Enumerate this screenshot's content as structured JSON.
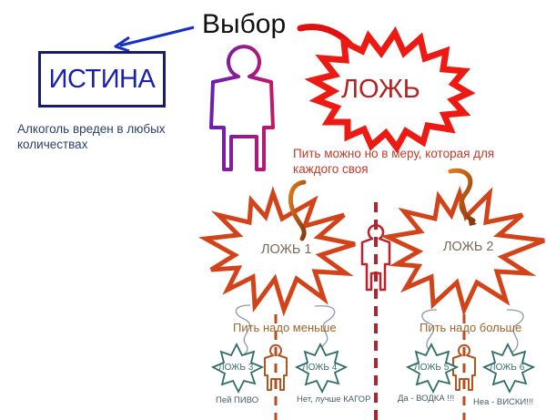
{
  "title": "Выбор",
  "truth": {
    "label": "ИСТИНА",
    "caption": "Алкоголь вреден в любых количествах",
    "color": "#1b24a8"
  },
  "lie": {
    "label": "ЛОЖЬ",
    "caption": "Пить можно но в меру, которая для каждого своя",
    "color": "#e8120f"
  },
  "branches": {
    "lie1": {
      "label": "ЛОЖЬ 1",
      "sub_heading": "Пить надо меньше"
    },
    "lie2": {
      "label": "ЛОЖЬ 2",
      "sub_heading": "Пить надо больше"
    }
  },
  "leaves": [
    {
      "label": "ЛОЖЬ 3",
      "caption": "Пей ПИВО"
    },
    {
      "label": "ЛОЖЬ 4",
      "caption": "Нет, лучше КАГОР"
    },
    {
      "label": "ЛОЖЬ 5",
      "caption": "Да - ВОДКА !!!"
    },
    {
      "label": "ЛОЖЬ 6",
      "caption": "Неа - ВИСКИ!!!"
    }
  ],
  "colors": {
    "person_main": "#8a1fa0",
    "person_mid": "#c0202a",
    "person_small": "#b5541f",
    "burst_orange": "#d2431a",
    "burst_green": "#2f6e66",
    "arrow_blue": "#1530c8",
    "arrow_red": "#e01010",
    "dash_red": "#b0242c"
  }
}
